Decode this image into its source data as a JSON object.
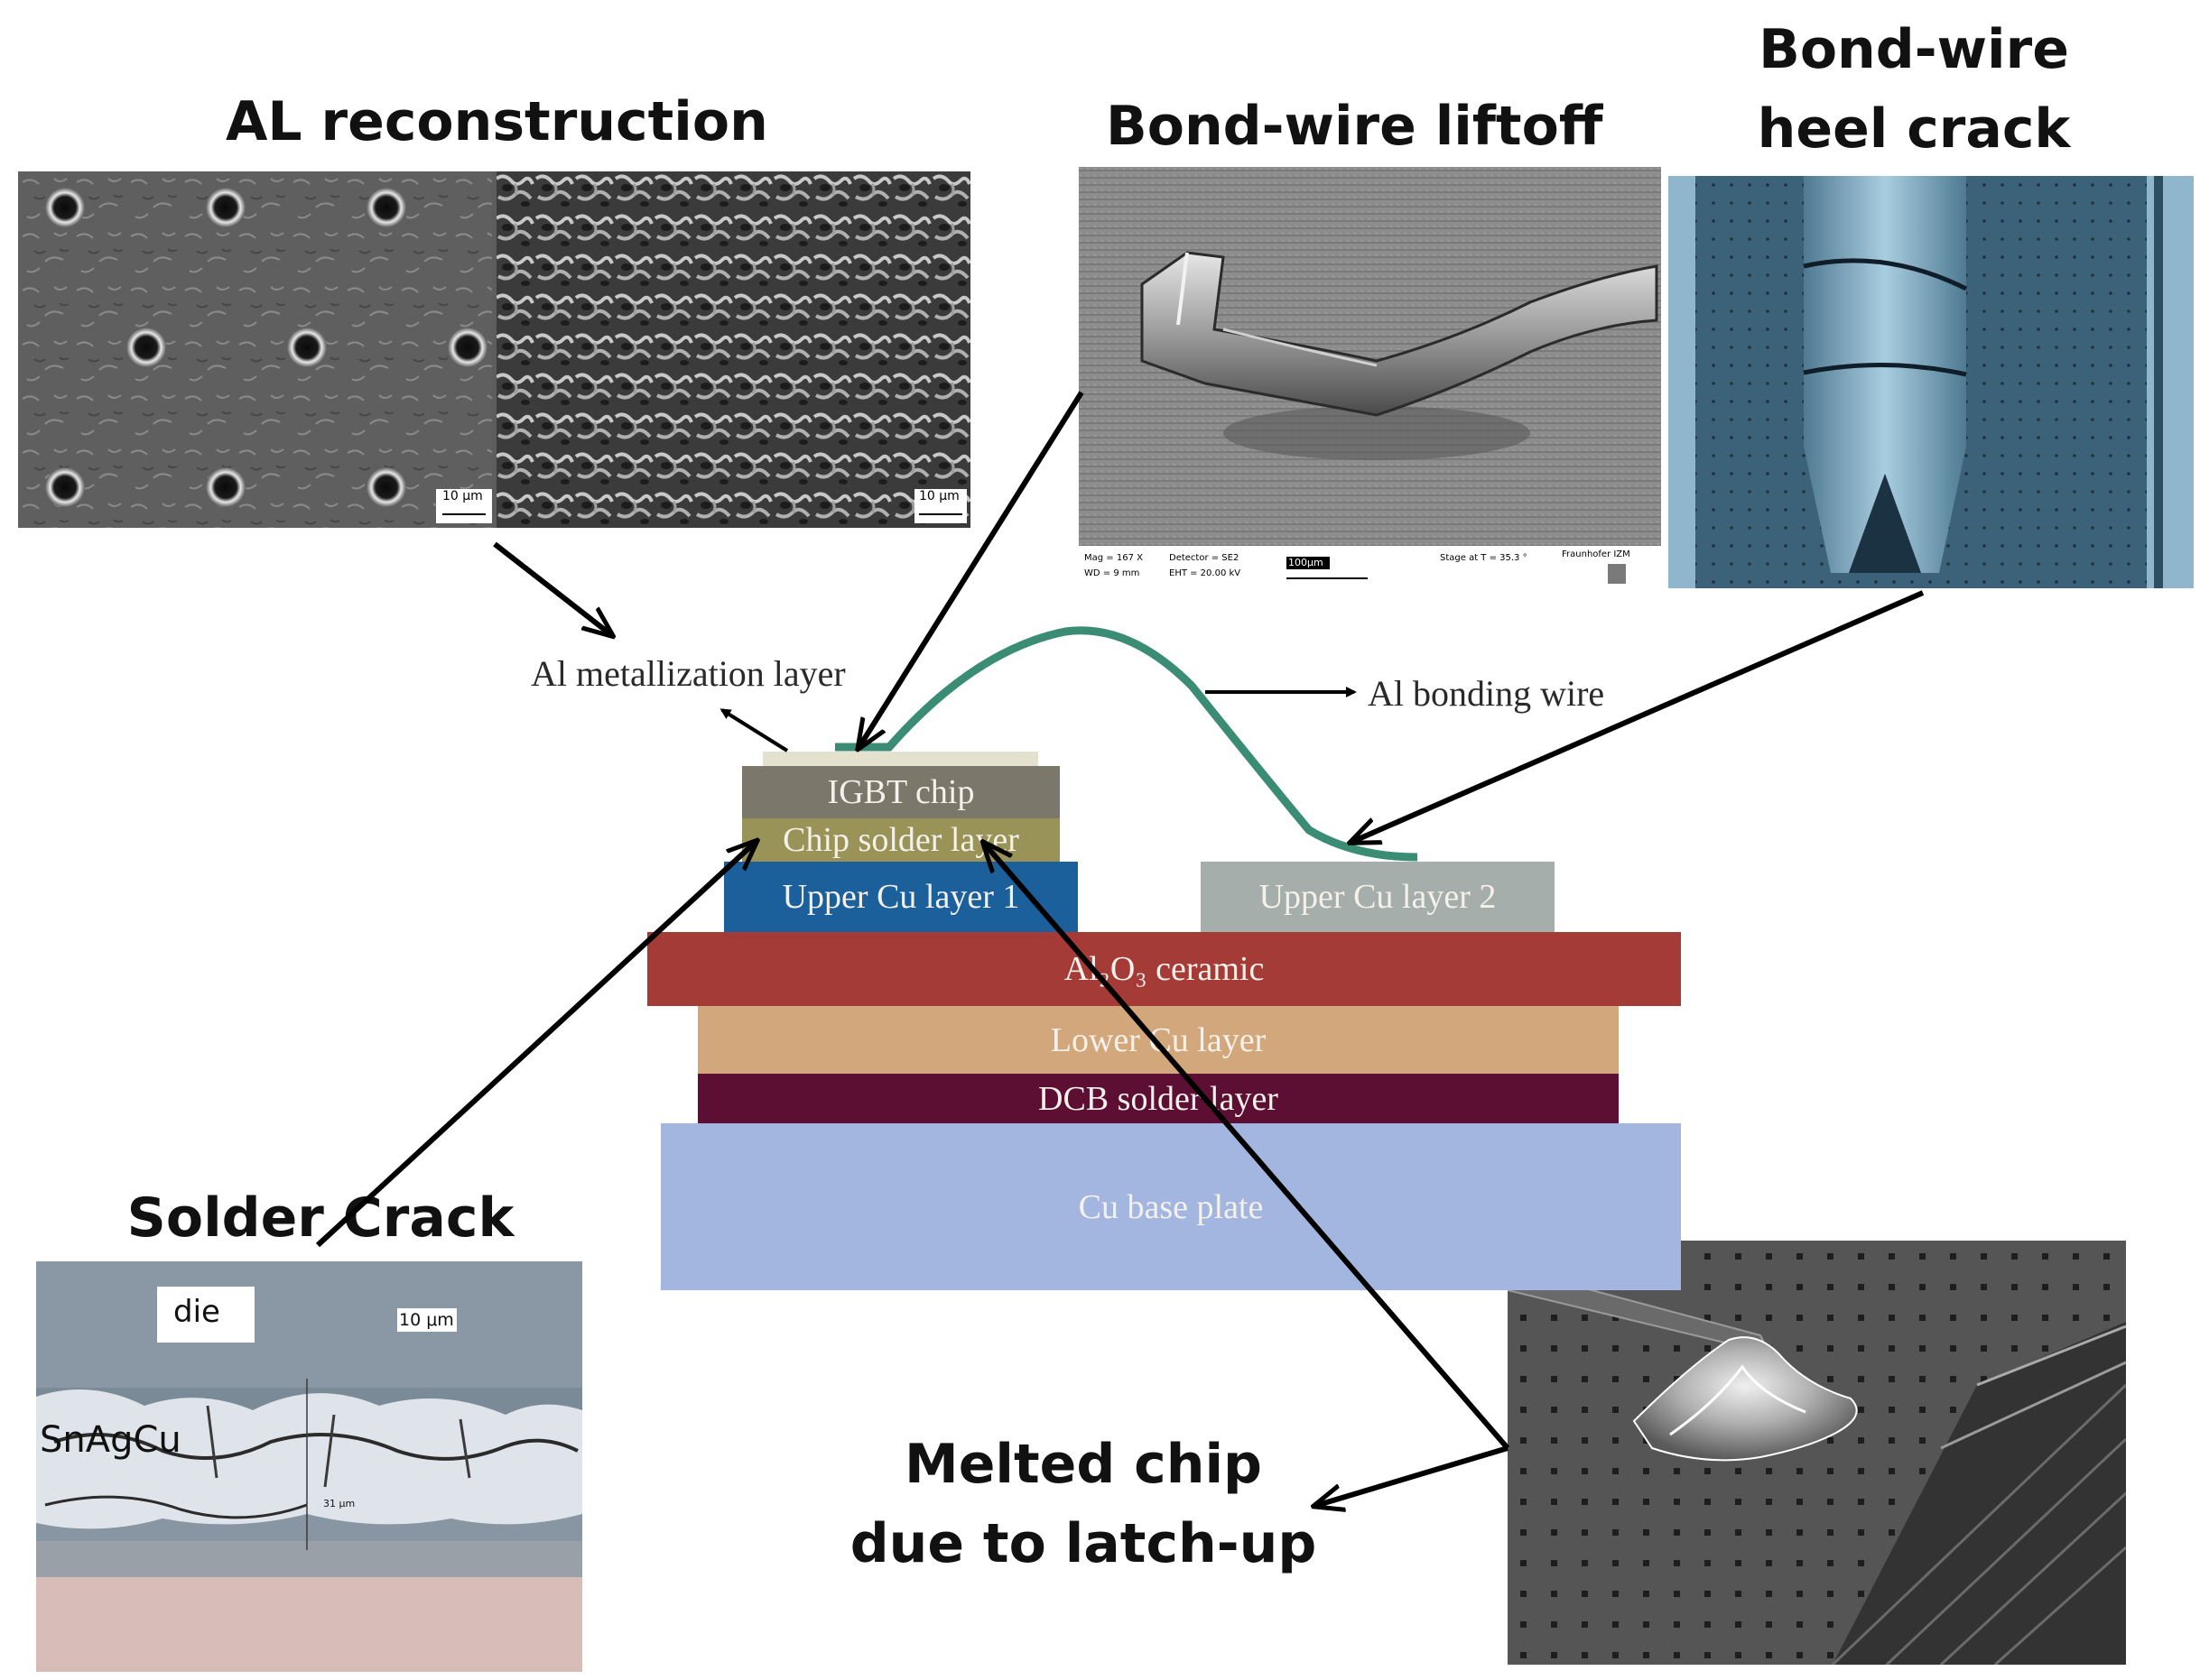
{
  "titles": {
    "al_reconstruction": "AL reconstruction",
    "bondwire_liftoff": "Bond-wire liftoff",
    "heel_crack_line1": "Bond-wire",
    "heel_crack_line2": "heel crack",
    "solder_crack": "Solder Crack",
    "melted_line1": "Melted chip",
    "melted_line2": "due to latch-up"
  },
  "labels": {
    "al_metallization": "Al metallization layer",
    "al_bonding_wire": "Al bonding wire"
  },
  "layers": {
    "igbt_chip": "IGBT chip",
    "chip_solder": "Chip solder layer",
    "upper_cu_1": "Upper Cu layer 1",
    "upper_cu_2": "Upper Cu layer 2",
    "ceramic": "Al₂O₃ ceramic",
    "lower_cu": "Lower Cu layer",
    "dcb_solder": "DCB solder layer",
    "cu_base": "Cu base plate"
  },
  "micrographs": {
    "al_scale_left": "10 μm",
    "al_scale_right": "10 μm",
    "sem_scale": "100μm",
    "sem_mag": "Mag = 167 X",
    "sem_wd": "WD = 9 mm",
    "sem_detector": "Detector = SE2",
    "sem_eht": "EHT = 20.00 kV",
    "sem_stage": "Stage at T = 35.3 °",
    "sem_org": "Fraunhofer IZM",
    "solder_die": "die",
    "solder_scale": "10 μm",
    "solder_material": "SnAgCu",
    "solder_small": "31 μm"
  },
  "colors": {
    "igbt": "#7b776b",
    "chip_solder": "#9a9358",
    "upper_cu_1": "#1b5f9b",
    "upper_cu_2": "#a6aeac",
    "ceramic": "#a53b37",
    "lower_cu": "#d3a77c",
    "dcb_solder": "#5c0e33",
    "cu_base": "#a3b6df",
    "wire": "#3a8c74",
    "metallization": "#e4e1cf"
  }
}
